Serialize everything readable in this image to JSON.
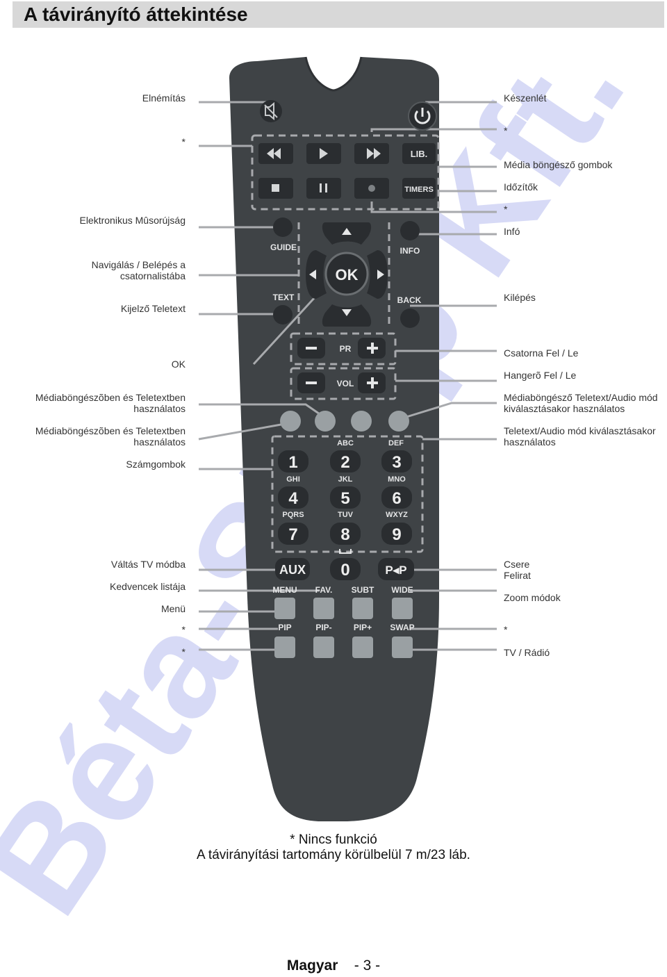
{
  "page_title": "A távirányító áttekintése",
  "labels_left": [
    {
      "id": "mute",
      "text": "Elnémítás"
    },
    {
      "id": "star1",
      "text": "*"
    },
    {
      "id": "epg",
      "text": "Elektronikus Mûsorújság"
    },
    {
      "id": "nav",
      "lines": [
        "Navigálás / Belépés a",
        "csatornalistába"
      ]
    },
    {
      "id": "teletext",
      "text": "Kijelző Teletext"
    },
    {
      "id": "ok",
      "text": "OK"
    },
    {
      "id": "media1",
      "lines": [
        "Médiaböngészõben és Teletextben",
        "használatos"
      ]
    },
    {
      "id": "media2",
      "lines": [
        "Médiaböngészõben és Teletextben",
        "használatos"
      ]
    },
    {
      "id": "numbers",
      "text": "Számgombok"
    },
    {
      "id": "tvmode",
      "text": "Váltás TV módba"
    },
    {
      "id": "fav",
      "text": "Kedvencek listája"
    },
    {
      "id": "menu",
      "text": "Menü"
    },
    {
      "id": "star2",
      "text": "*"
    },
    {
      "id": "star3",
      "text": "*"
    }
  ],
  "labels_right": [
    {
      "id": "standby",
      "text": "Készenlét"
    },
    {
      "id": "star4",
      "text": "*"
    },
    {
      "id": "mediabrowser",
      "text": "Média böngésző gombok"
    },
    {
      "id": "timers",
      "text": "Időzítők"
    },
    {
      "id": "star5",
      "text": "*"
    },
    {
      "id": "info",
      "text": "Infó"
    },
    {
      "id": "exit",
      "text": "Kilépés"
    },
    {
      "id": "channel",
      "text": "Csatorna Fel / Le"
    },
    {
      "id": "volume",
      "text": "Hangerõ Fel / Le"
    },
    {
      "id": "mediatele",
      "lines": [
        "Médiaböngésző Teletext/Audio mód",
        "kiválasztásakor használatos"
      ]
    },
    {
      "id": "teleaudio",
      "lines": [
        "Teletext/Audio mód kiválasztásakor",
        "használatos"
      ]
    },
    {
      "id": "swap",
      "lines": [
        "Csere",
        "Felirat"
      ]
    },
    {
      "id": "zoom",
      "text": "Zoom módok"
    },
    {
      "id": "star6",
      "text": "*"
    },
    {
      "id": "tvradio",
      "text": "TV / Rádió"
    }
  ],
  "remote_buttons": {
    "lib": "LIB.",
    "timers": "TIMERS",
    "guide": "GUIDE",
    "info": "INFO",
    "ok": "OK",
    "text": "TEXT",
    "back": "BACK",
    "pr": "PR",
    "vol": "VOL",
    "abc": "ABC",
    "def": "DEF",
    "ghi": "GHI",
    "jkl": "JKL",
    "mno": "MNO",
    "pqrs": "PQRS",
    "tuv": "TUV",
    "wxyz": "WXYZ",
    "aux": "AUX",
    "zero": "0",
    "pp": "P◂P",
    "menu": "MENU",
    "fav": "FAV.",
    "subt": "SUBT",
    "wide": "WIDE",
    "pip": "PIP",
    "pipminus": "PIP-",
    "pipplus": "PIP+",
    "swap": "SWAP",
    "digits": [
      "1",
      "2",
      "3",
      "4",
      "5",
      "6",
      "7",
      "8",
      "9"
    ]
  },
  "footnote": [
    "* Nincs funkció",
    "A távirányítási tartomány körülbelül 7 m/23 láb."
  ],
  "footer_language": "Magyar",
  "footer_page": "- 3 -",
  "watermark_text": "Béta-Shop Kft.",
  "colors": {
    "remote_body": "#3f4346",
    "button_dark": "#2a2d30",
    "button_gray": "#9aa0a3",
    "watermark": "#c9cdf3",
    "leader": "#a8aaad"
  }
}
